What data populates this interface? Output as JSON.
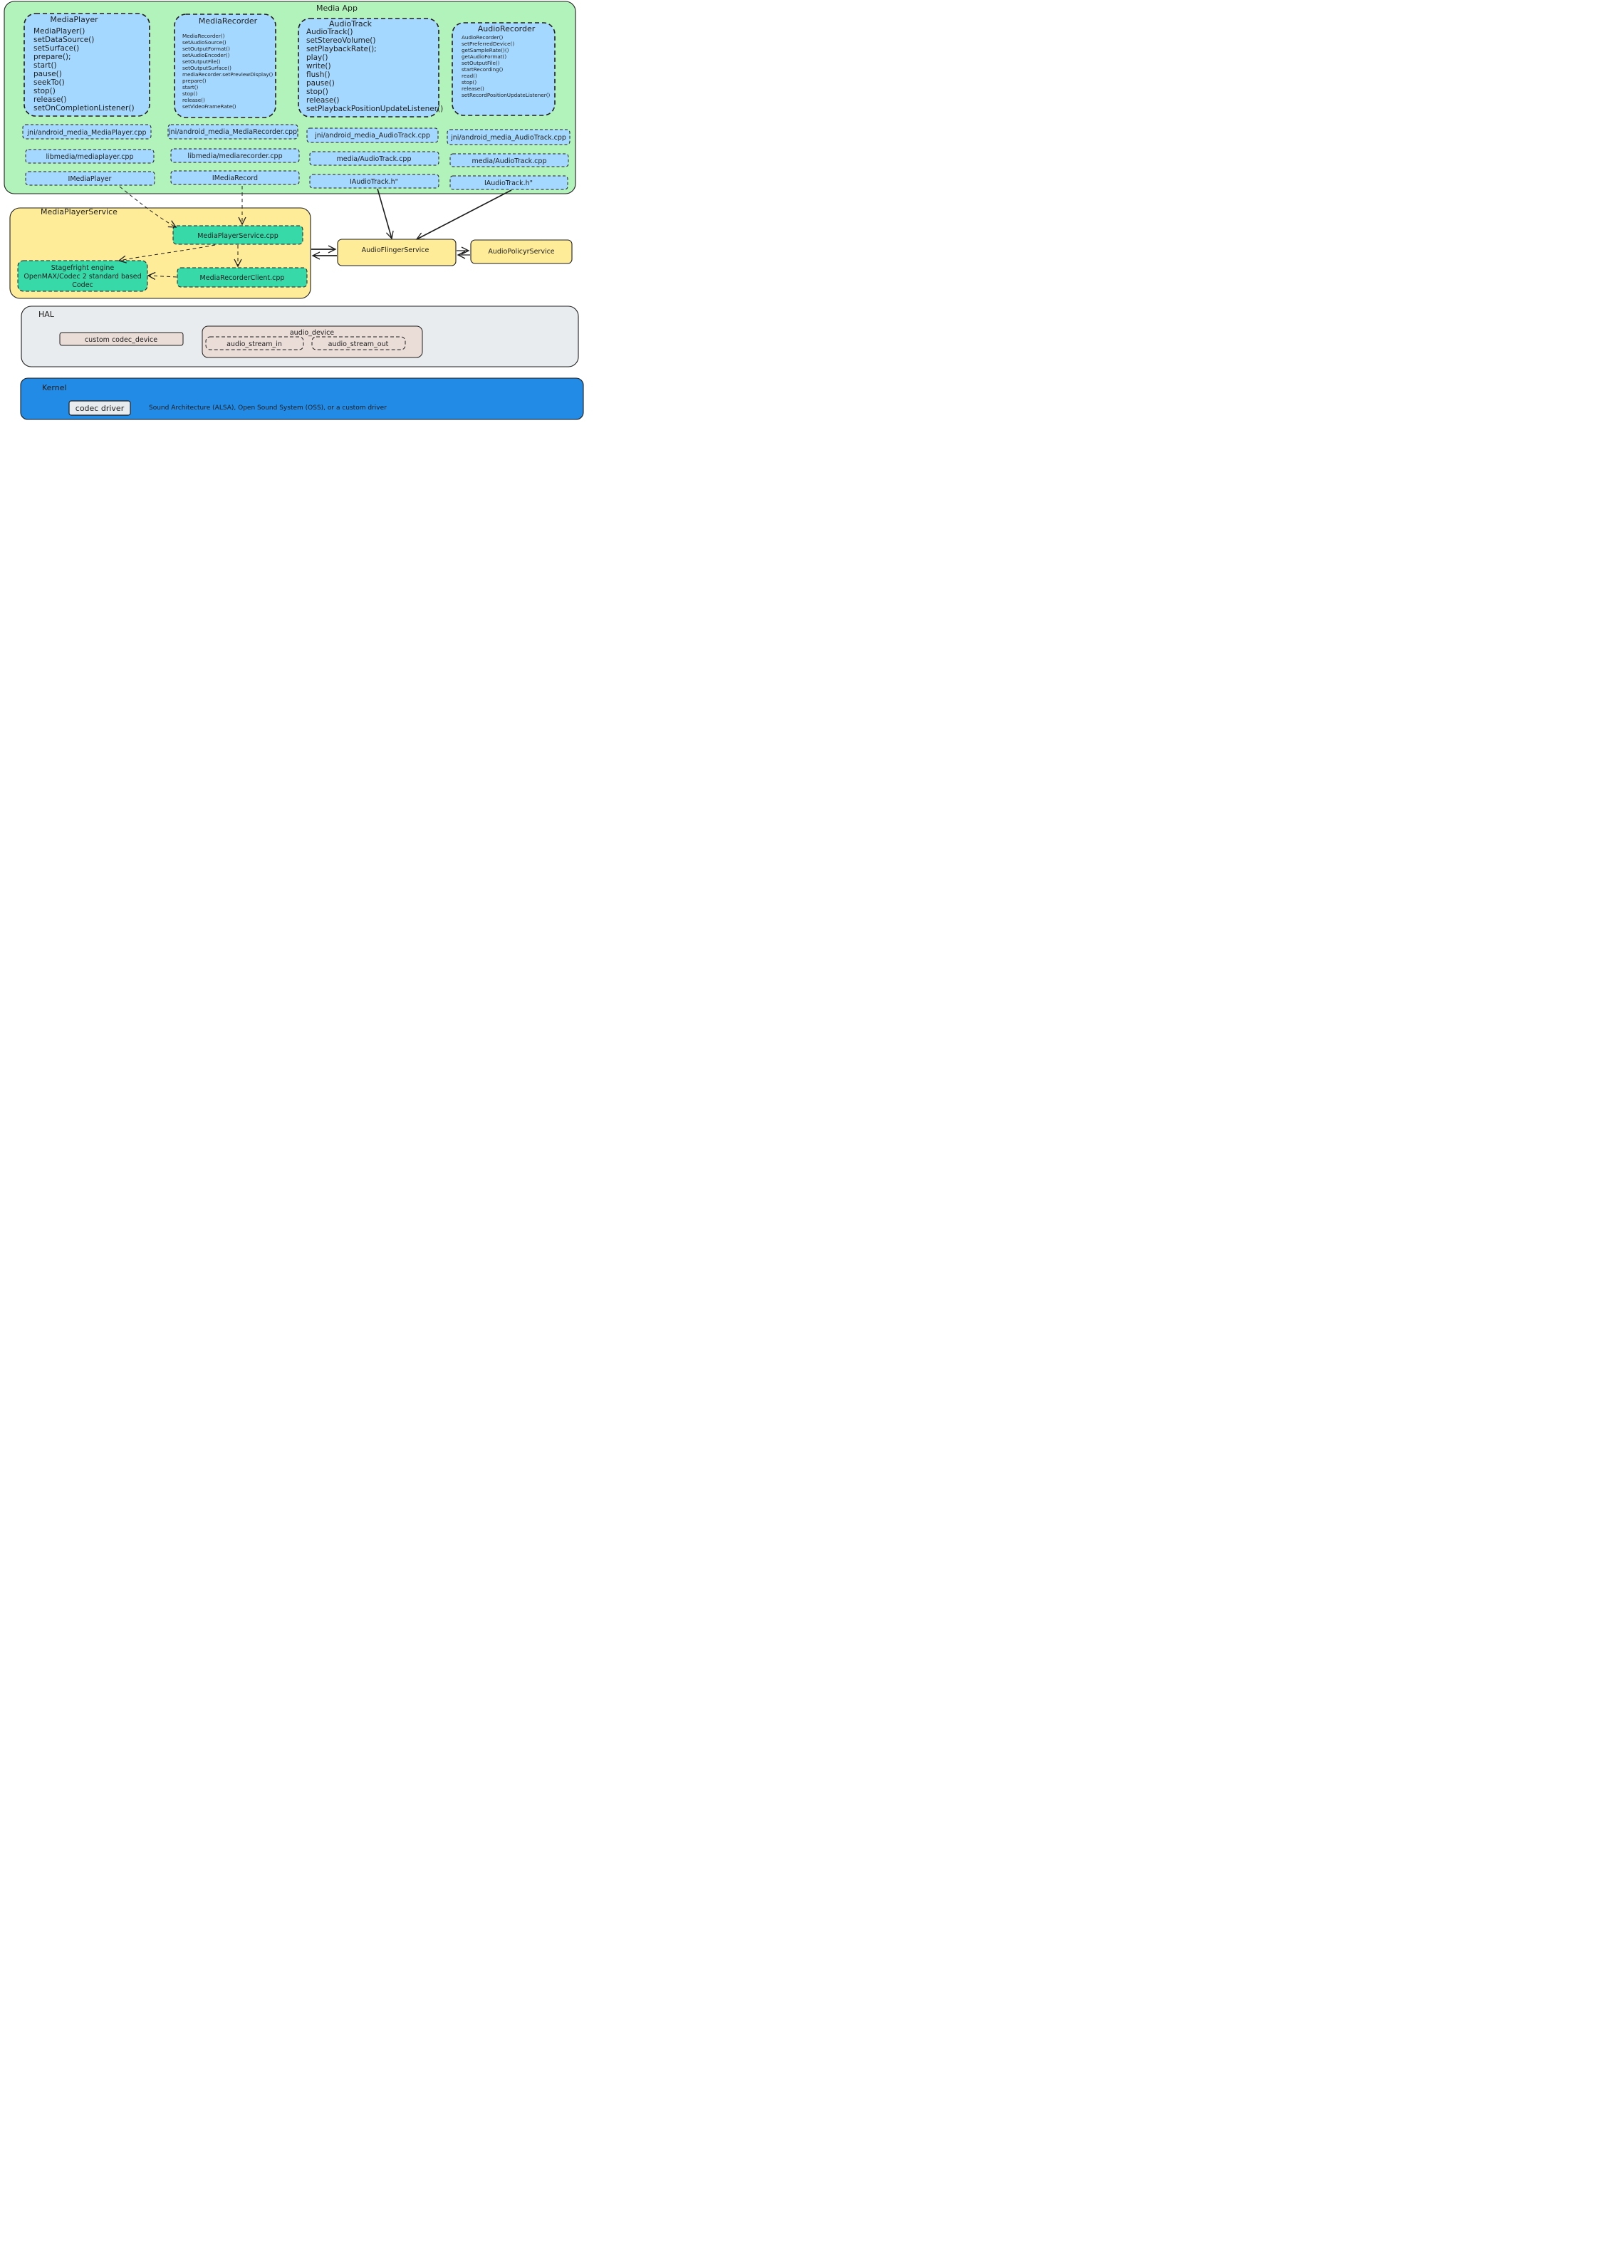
{
  "diagram": {
    "sections": {
      "media_app": "Media App",
      "media_player_service": "MediaPlayerService",
      "hal": "HAL",
      "kernel": "Kernel"
    },
    "classes": {
      "media_player": {
        "title": "MediaPlayer",
        "methods": [
          "MediaPlayer()",
          "setDataSource()",
          "setSurface()",
          "prepare();",
          "start()",
          "pause()",
          "seekTo()",
          "stop()",
          "release()",
          "setOnCompletionListener()"
        ]
      },
      "media_recorder": {
        "title": "MediaRecorder",
        "methods": [
          "MediaRecorder()",
          "setAudioSource()",
          "setOutputFormat()",
          "setAudioEncoder()",
          "setOutputFile()",
          "setOutputSurface()",
          "mediaRecorder.setPreviewDisplay()",
          "prepare()",
          "start()",
          "stop()",
          "release()",
          "setVideoFrameRate()"
        ]
      },
      "audio_track": {
        "title": "AudioTrack",
        "methods": [
          "AudioTrack()",
          "setStereoVolume()",
          "setPlaybackRate();",
          "play()",
          "write()",
          "flush()",
          "pause()",
          "stop()",
          "release()",
          "setPlaybackPositionUpdateListener()"
        ]
      },
      "audio_recorder": {
        "title": "AudioRecorder",
        "methods": [
          "AudioRecorder()",
          "setPreferredDevice()",
          "getSampleRate()()",
          "getAudioFormat()",
          "setOutputFile()",
          "startRecording()",
          "read()",
          "stop()",
          "release()",
          "setRecordPositionUpdateListener()"
        ]
      }
    },
    "libs": {
      "jni_media_player": "jni/android_media_MediaPlayer.cpp",
      "libmedia_player": "libmedia/mediaplayer.cpp",
      "imedia_player": "IMediaPlayer",
      "jni_media_recorder": "jni/android_media_MediaRecorder.cpp",
      "libmedia_recorder": "libmedia/mediarecorder.cpp",
      "imedia_record": "IMediaRecord",
      "jni_audio_track": "jni/android_media_AudioTrack.cpp",
      "media_audio_track": "media/AudioTrack.cpp",
      "iaudio_track": "IAudioTrack.h\"",
      "jni_audio_track_2": "jni/android_media_AudioTrack.cpp",
      "media_audio_track_2": "media/AudioTrack.cpp",
      "iaudio_track_2": "IAudioTrack.h\""
    },
    "services": {
      "media_player_service_cpp": "MediaPlayerService.cpp",
      "stagefright_lines": [
        "Stagefright engine",
        "OpenMAX/Codec 2 standard based",
        "Codec"
      ],
      "media_recorder_client": "MediaRecorderClient.cpp",
      "audio_flinger": "AudioFlingerService",
      "audio_policy": "AudioPolicyrService"
    },
    "hal": {
      "custom_codec": "custom codec_device",
      "audio_device": "audio_device",
      "stream_in": "audio_stream_in",
      "stream_out": "audio_stream_out"
    },
    "kernel": {
      "codec_driver": "codec driver",
      "sound_note": "Sound Architecture (ALSA), Open Sound System (OSS), or a custom driver"
    },
    "colors": {
      "app_green": "#b2f2bb",
      "class_blue": "#a5d8ff",
      "service_yellow": "#ffec99",
      "teal": "#38d9a9",
      "hal_grey": "#e9ecef",
      "hal_pink": "#eaddd7",
      "kernel_blue": "#228be6"
    }
  }
}
